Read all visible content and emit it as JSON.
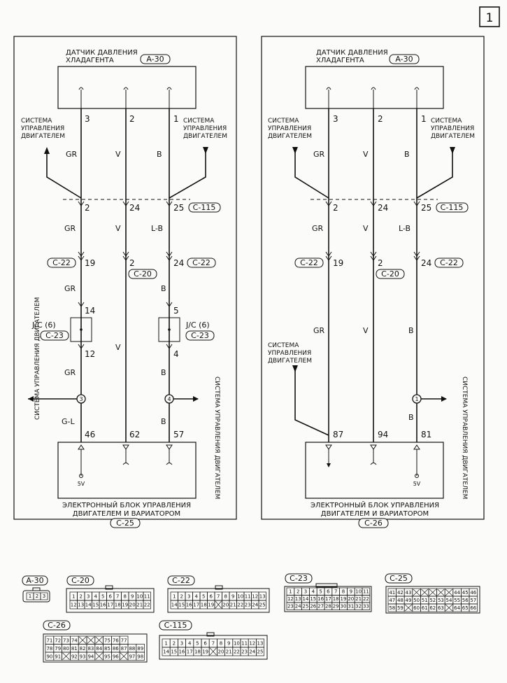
{
  "page_number": "1",
  "voltage_label": "5V",
  "left": {
    "sensor_name_1": "ДАТЧИК ДАВЛЕНИЯ",
    "sensor_name_2": "ХЛАДАГЕНТА",
    "sensor_conn": "A-30",
    "sensor_pins": [
      "3",
      "2",
      "1"
    ],
    "system_left": [
      "СИСТЕМА",
      "УПРАВЛЕНИЯ",
      "ДВИГАТЕЛЕМ"
    ],
    "system_right": [
      "СИСТЕМА",
      "УПРАВЛЕНИЯ",
      "ДВИГАТЕЛЕМ"
    ],
    "wire_colors_top": [
      "GR",
      "V",
      "B"
    ],
    "c115_pins": [
      "2",
      "24",
      "25"
    ],
    "c115_label": "C-115",
    "wire_colors_mid": [
      "GR",
      "V",
      "L-B"
    ],
    "c22_left_label": "C-22",
    "c22_left_pin": "19",
    "c20_pin": "2",
    "c20_label": "C-20",
    "c22_right_pin": "24",
    "c22_right_label": "C-22",
    "wire_colors_low": [
      "GR",
      "B"
    ],
    "jc_label": "J/C (6)",
    "jc_conn": "C-23",
    "jc_left_pins": [
      "14",
      "12"
    ],
    "jc_right_pins": [
      "5",
      "4"
    ],
    "wire_color_v_jc": "V",
    "wire_colors_after_jc": [
      "GR",
      "B"
    ],
    "splice_left": "3",
    "splice_right": "4",
    "system_vert": "СИСТЕМА УПРАВЛЕНИЯ ДВИГАТЕЛЕМ",
    "wire_colors_bottom": [
      "G-L",
      "B"
    ],
    "ecu_pins": [
      "46",
      "62",
      "57"
    ],
    "ecu_name_1": "ЭЛЕКТРОННЫЙ БЛОК УПРАВЛЕНИЯ",
    "ecu_name_2": "ДВИГАТЕЛЕМ И ВАРИАТОРОМ",
    "ecu_conn": "C-25"
  },
  "right": {
    "sensor_name_1": "ДАТЧИК ДАВЛЕНИЯ",
    "sensor_name_2": "ХЛАДАГЕНТА",
    "sensor_conn": "A-30",
    "sensor_pins": [
      "3",
      "2",
      "1"
    ],
    "system_left": [
      "СИСТЕМА",
      "УПРАВЛЕНИЯ",
      "ДВИГАТЕЛЕМ"
    ],
    "system_right": [
      "СИСТЕМА",
      "УПРАВЛЕНИЯ",
      "ДВИГАТЕЛЕМ"
    ],
    "wire_colors_top": [
      "GR",
      "V",
      "B"
    ],
    "c115_pins": [
      "2",
      "24",
      "25"
    ],
    "c115_label": "C-115",
    "wire_colors_mid": [
      "GR",
      "V",
      "L-B"
    ],
    "c22_left_label": "C-22",
    "c22_left_pin": "19",
    "c20_pin": "2",
    "c20_label": "C-20",
    "c22_right_pin": "24",
    "c22_right_label": "C-22",
    "wire_colors_low": [
      "GR",
      "V",
      "B"
    ],
    "system_branch": [
      "СИСТЕМА",
      "УПРАВЛЕНИЯ",
      "ДВИГАТЕЛЕМ"
    ],
    "splice_right": "1",
    "system_vert": "СИСТЕМА УПРАВЛЕНИЯ ДВИГАТЕЛЕМ",
    "wire_color_bottom": "B",
    "ecu_pins": [
      "87",
      "94",
      "81"
    ],
    "ecu_name_1": "ЭЛЕКТРОННЫЙ БЛОК УПРАВЛЕНИЯ",
    "ecu_name_2": "ДВИГАТЕЛЕМ И ВАРИАТОРОМ",
    "ecu_conn": "C-26"
  },
  "connectors": {
    "a30": {
      "label": "A-30",
      "rows": [
        [
          "1",
          "2",
          "3"
        ]
      ]
    },
    "c20": {
      "label": "C-20",
      "rows": [
        [
          "1",
          "2",
          "3",
          "4",
          "5",
          "6",
          "7",
          "8",
          "9",
          "10",
          "11"
        ],
        [
          "12",
          "13",
          "14",
          "15",
          "16",
          "17",
          "18",
          "19",
          "20",
          "21",
          "22"
        ]
      ]
    },
    "c22": {
      "label": "C-22",
      "rows": [
        [
          "1",
          "2",
          "3",
          "4",
          "5",
          "6",
          "7",
          "8",
          "9",
          "10",
          "11",
          "12",
          "13"
        ],
        [
          "14",
          "15",
          "16",
          "17",
          "18",
          "19",
          "",
          "20",
          "21",
          "22",
          "23",
          "24",
          "25"
        ]
      ]
    },
    "c23": {
      "label": "C-23",
      "rows": [
        [
          "1",
          "2",
          "3",
          "4",
          "5",
          "6",
          "7",
          "8",
          "9",
          "10",
          "11"
        ],
        [
          "12",
          "13",
          "14",
          "15",
          "16",
          "17",
          "18",
          "19",
          "20",
          "21",
          "22"
        ],
        [
          "23",
          "24",
          "25",
          "26",
          "27",
          "28",
          "29",
          "30",
          "31",
          "32",
          "33"
        ]
      ]
    },
    "c25": {
      "label": "C-25",
      "rows": [
        [
          "41",
          "42",
          "43",
          "",
          "",
          "",
          "",
          "",
          "44",
          "45",
          "46"
        ],
        [
          "47",
          "48",
          "49",
          "50",
          "51",
          "52",
          "53",
          "54",
          "55",
          "56",
          "57"
        ],
        [
          "58",
          "59",
          "",
          "60",
          "61",
          "62",
          "63",
          "",
          "64",
          "65",
          "66"
        ]
      ]
    },
    "c26": {
      "label": "C-26",
      "rows": [
        [
          "71",
          "72",
          "73",
          "74",
          "",
          "",
          "",
          "75",
          "76",
          "77"
        ],
        [
          "78",
          "79",
          "80",
          "81",
          "82",
          "83",
          "84",
          "85",
          "86",
          "87",
          "88",
          "89"
        ],
        [
          "90",
          "91",
          "",
          "92",
          "93",
          "94",
          "",
          "95",
          "96",
          "",
          "97",
          "98"
        ]
      ]
    },
    "c115": {
      "label": "C-115",
      "rows": [
        [
          "1",
          "2",
          "3",
          "4",
          "5",
          "6",
          "7",
          "8",
          "9",
          "10",
          "11",
          "12",
          "13"
        ],
        [
          "14",
          "15",
          "16",
          "17",
          "18",
          "19",
          "",
          "20",
          "21",
          "22",
          "23",
          "24",
          "25"
        ]
      ]
    }
  }
}
